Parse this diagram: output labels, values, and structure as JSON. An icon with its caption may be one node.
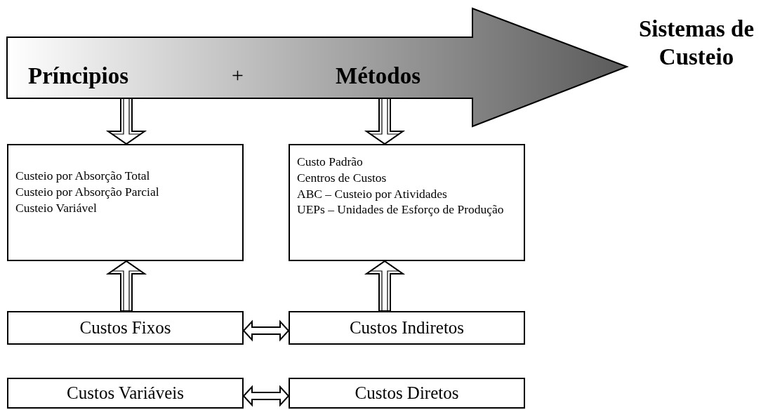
{
  "diagram": {
    "nodes": [
      {
        "text": [
          "Príncipios",
          "+",
          "Métodos"
        ],
        "beside": [
          "Sistemas de Custeio"
        ]
      },
      {
        "text": [
          "Custeio por Absorção Total",
          "Custeio por Absorção Parcial",
          "Custeio Variável"
        ]
      },
      {
        "text": [
          "Custo Padrão",
          "Centros de Custos",
          "ABC – Custeio por Atividades",
          "UEPs – Unidades de Esforço de Produção"
        ]
      },
      {
        "text": [
          "Custos Fixos"
        ]
      },
      {
        "text": [
          "Custos Indiretos"
        ]
      },
      {
        "text": [
          "Custos Variáveis"
        ]
      },
      {
        "text": [
          "Custos Diretos"
        ]
      }
    ],
    "edges": [
      {
        "from": 0,
        "to": 1,
        "arrow": "to"
      },
      {
        "from": 0,
        "to": 2,
        "arrow": "to"
      },
      {
        "from": 3,
        "to": 1,
        "arrow": "to"
      },
      {
        "from": 4,
        "to": 2,
        "arrow": "to"
      },
      {
        "from": 3,
        "to": 4,
        "arrow": "both"
      },
      {
        "from": 5,
        "to": 6,
        "arrow": "both"
      }
    ]
  }
}
